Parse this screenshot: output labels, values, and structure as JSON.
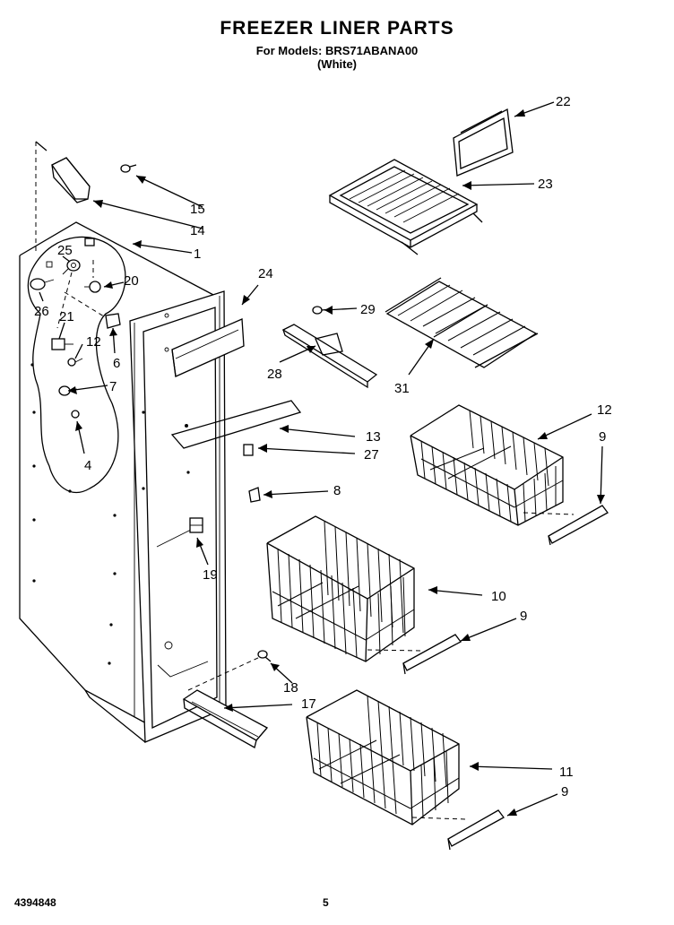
{
  "header": {
    "title": "FREEZER LINER PARTS",
    "model_line": "For Models: BRS71ABANA00",
    "color_line": "(White)"
  },
  "callouts": [
    "22",
    "23",
    "15",
    "14",
    "1",
    "25",
    "20",
    "26",
    "21",
    "12",
    "6",
    "7",
    "4",
    "24",
    "29",
    "28",
    "31",
    "13",
    "27",
    "8",
    "12",
    "9",
    "19",
    "10",
    "9",
    "18",
    "17",
    "11",
    "9"
  ],
  "footer": {
    "doc_number": "4394848",
    "page_number": "5"
  }
}
